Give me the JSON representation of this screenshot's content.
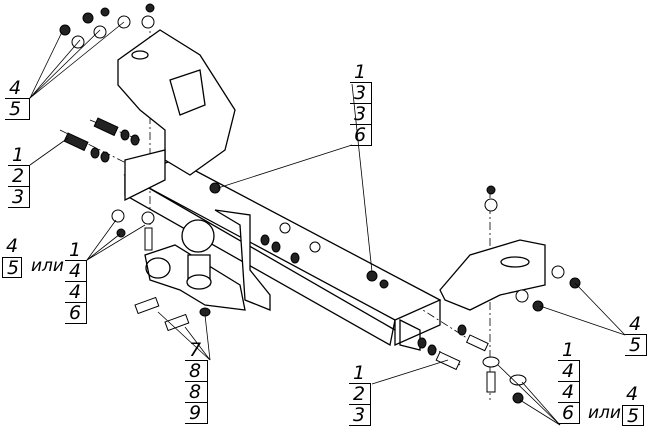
{
  "callouts": {
    "top_left_nuts": [
      "4",
      "5"
    ],
    "left_bolt": [
      "1",
      "2",
      "3"
    ],
    "left_alt_primary": [
      "4",
      "5"
    ],
    "left_or": "или",
    "left_washer_nut": [
      "1",
      "4",
      "4",
      "6"
    ],
    "center_top": [
      "1",
      "3",
      "3",
      "6"
    ],
    "ball_bolts": [
      "7",
      "8",
      "8",
      "9"
    ],
    "bottom_bolt": [
      "1",
      "2",
      "3"
    ],
    "right_nut": [
      "4",
      "5"
    ],
    "bottom_right_washer_nut": [
      "1",
      "4",
      "4",
      "6"
    ],
    "bottom_right_or": "или",
    "bottom_right_alt": [
      "4",
      "5"
    ]
  }
}
